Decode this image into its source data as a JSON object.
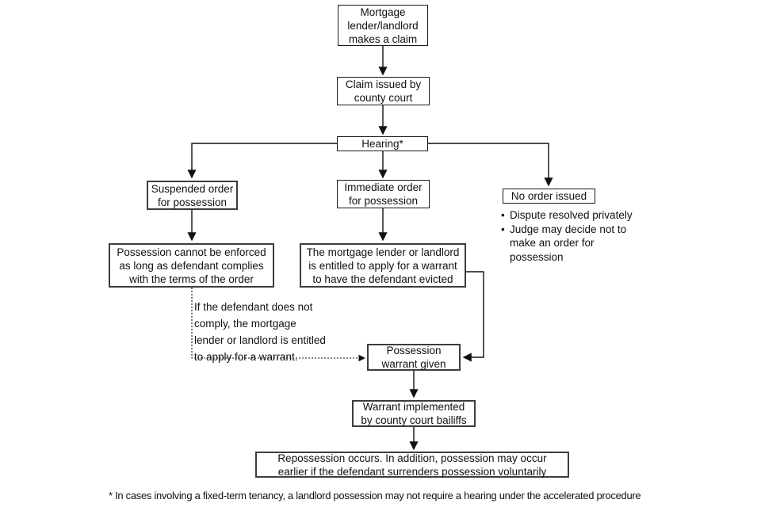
{
  "flowchart": {
    "nodes": {
      "mortgage_claim": [
        "Mortgage",
        "lender/landlord",
        "makes a claim"
      ],
      "claim_issued": [
        "Claim issued by",
        "county court"
      ],
      "hearing": "Hearing*",
      "suspended_order": [
        "Suspended order",
        "for possession"
      ],
      "immediate_order": [
        "Immediate order",
        "for possession"
      ],
      "no_order": "No order issued",
      "possession_not_enforced": [
        "Possession cannot be enforced",
        "as long as defendant complies",
        "with the terms of the order"
      ],
      "apply_for_warrant": [
        "The mortgage lender or landlord",
        "is entitled to apply for a warrant",
        "to have the defendant evicted"
      ],
      "warrant_given": [
        "Possession",
        "warrant given"
      ],
      "warrant_implemented": [
        "Warrant implemented",
        "by county court bailiffs"
      ],
      "repossession": [
        "Repossession occurs. In addition, possession may occur",
        "earlier if the defendant surrenders possession voluntarily"
      ]
    },
    "no_order_notes": {
      "marker": "•",
      "item1": "Dispute resolved privately",
      "item2": [
        "Judge may decide not to",
        "make an order for",
        "possession"
      ]
    },
    "annotation": [
      "If the defendant does not",
      "comply, the mortgage",
      "lender or landlord is entitled",
      "to apply for a warrant."
    ],
    "footnote": "* In cases involving a fixed-term tenancy, a landlord possession may not require a hearing under the accelerated procedure",
    "colors": {
      "background": "#ffffff",
      "line": "#111111",
      "border": "#333333",
      "text": "#111111"
    }
  }
}
